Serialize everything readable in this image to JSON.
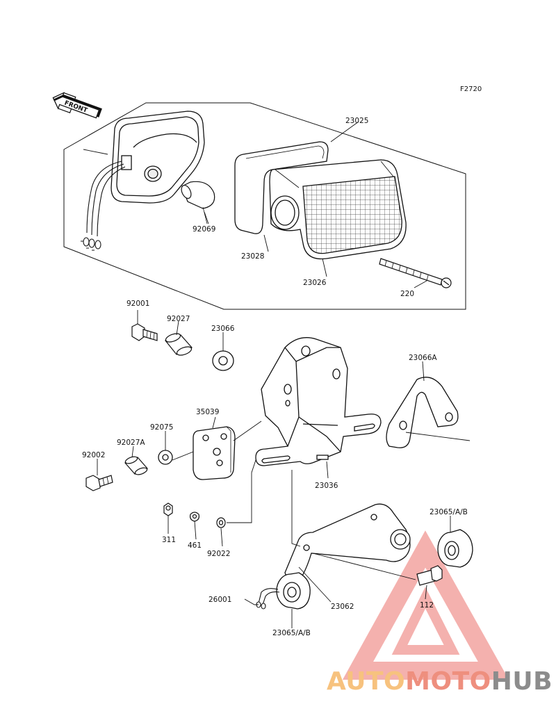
{
  "figure_code": "F2720",
  "front_label": "FRONT",
  "parts": {
    "p23025": "23025",
    "p92069": "92069",
    "p23028": "23028",
    "p23026": "23026",
    "p220": "220",
    "p92001": "92001",
    "p92027": "92027",
    "p23066": "23066",
    "p23066A": "23066A",
    "p35039": "35039",
    "p92075": "92075",
    "p92027A": "92027A",
    "p92002": "92002",
    "p23036": "23036",
    "p23065_top": "23065/A/B",
    "p311": "311",
    "p461": "461",
    "p92022": "92022",
    "p112": "112",
    "p26001": "26001",
    "p23062": "23062",
    "p23065_bottom": "23065/A/B"
  },
  "watermark": {
    "part1": "AUTO",
    "part2": "MOTO",
    "part3": "HUB",
    "colors": {
      "orange": "#f7c27e",
      "red": "#ee8f7e",
      "grey": "#8c8c8c"
    }
  }
}
